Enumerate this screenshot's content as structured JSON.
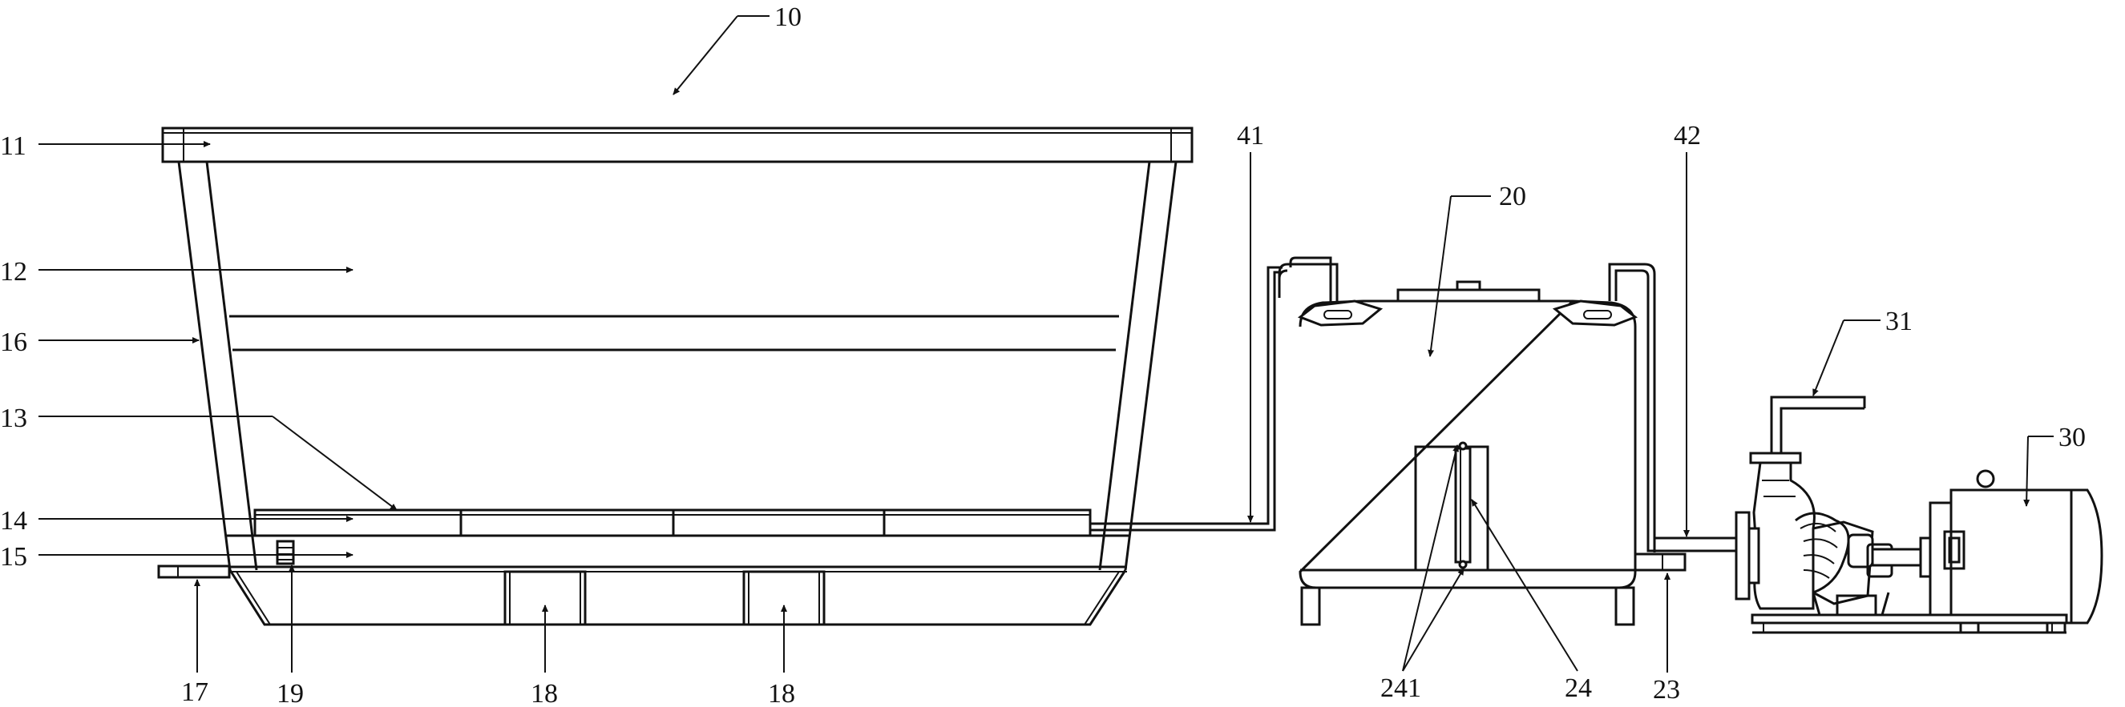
{
  "labels": {
    "l10": "10",
    "l11": "11",
    "l12": "12",
    "l13": "13",
    "l14": "14",
    "l15": "15",
    "l16": "16",
    "l17": "17",
    "l18a": "18",
    "l18b": "18",
    "l19": "19",
    "l20": "20",
    "l23": "23",
    "l24": "24",
    "l241": "241",
    "l30": "30",
    "l31": "31",
    "l41": "41",
    "l42": "42"
  }
}
